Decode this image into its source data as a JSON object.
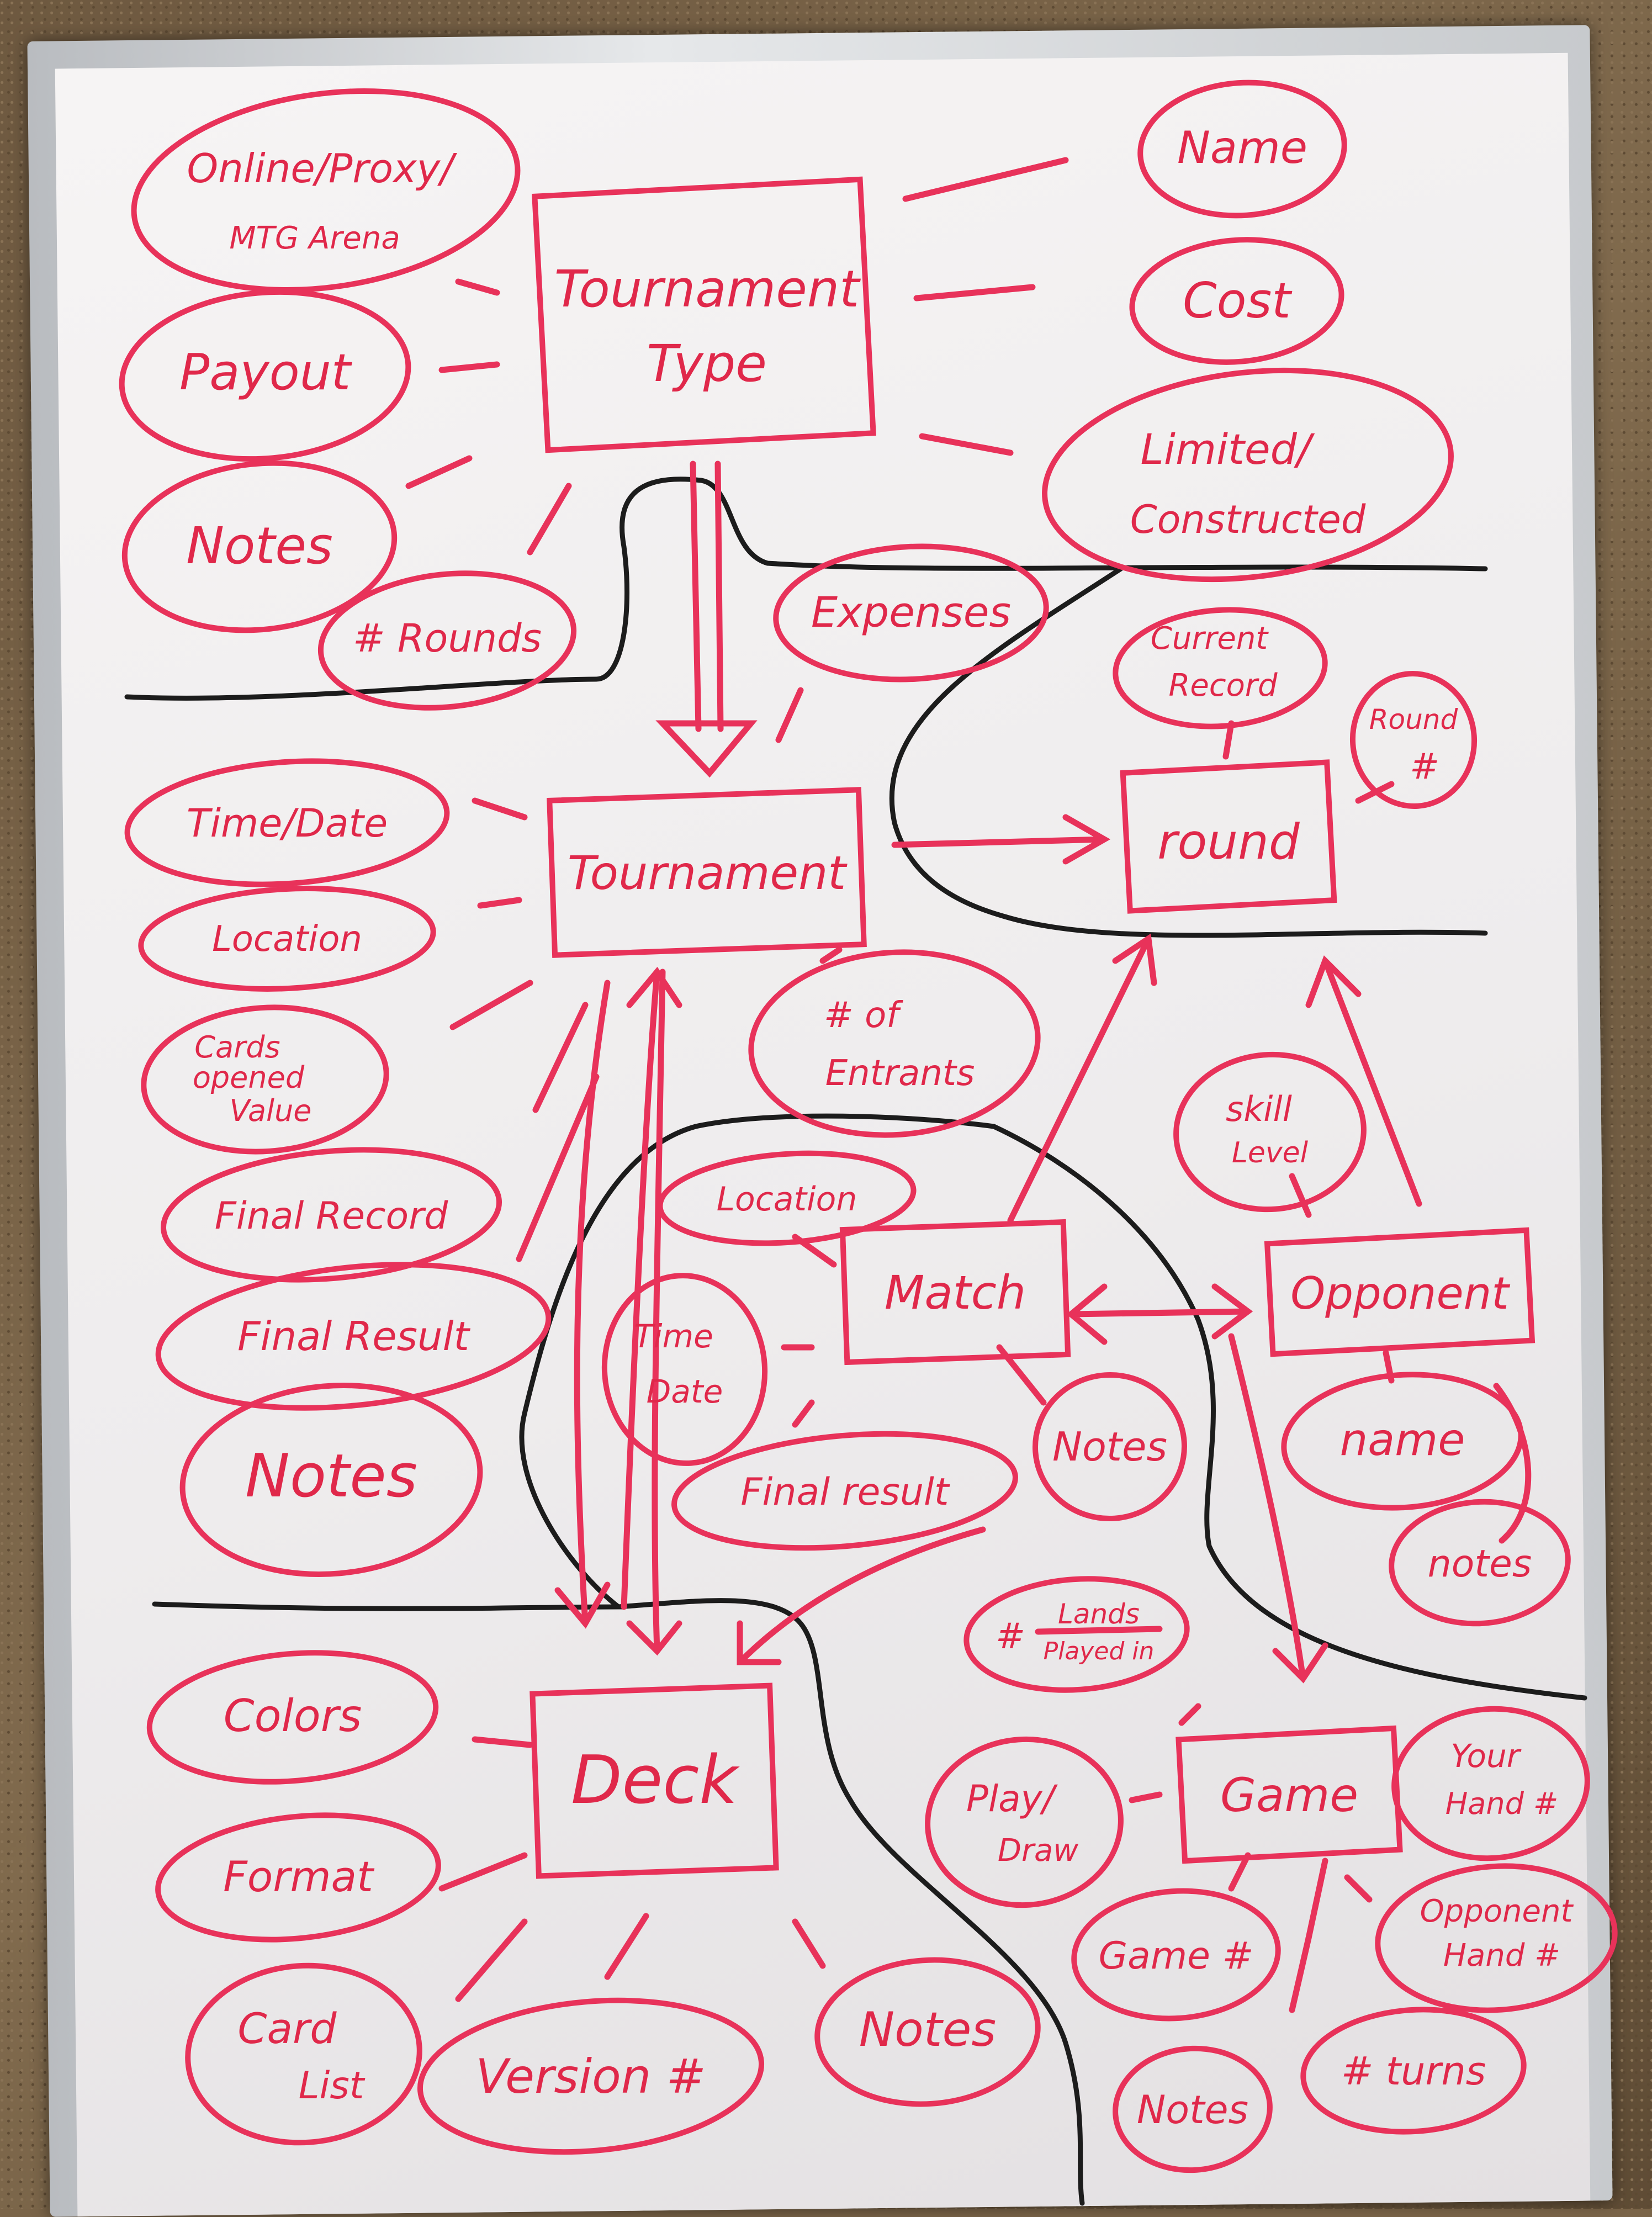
{
  "colors": {
    "marker_red": "#e8325a",
    "marker_black": "#1c1c1c",
    "board": "#f2f0f1"
  },
  "entities": {
    "tournament_type": "Tournament Type",
    "tournament": "Tournament",
    "round": "round",
    "match": "Match",
    "opponent": "Opponent",
    "deck": "Deck",
    "game": "Game"
  },
  "attributes": {
    "online_proxy": "Online/Proxy/",
    "mtg_arena": "MTG Arena",
    "payout": "Payout",
    "notes_tt": "Notes",
    "rounds_count": "# Rounds",
    "name_tt": "Name",
    "cost": "Cost",
    "limited_1": "Limited/",
    "limited_2": "Constructed",
    "expenses": "Expenses",
    "current_record_1": "Current",
    "current_record_2": "Record",
    "round_num_1": "Round",
    "round_num_2": "#",
    "time_date": "Time/Date",
    "location": "Location",
    "cards_1": "Cards",
    "cards_2": "opened",
    "cards_3": "Value",
    "final_record": "Final Record",
    "final_result": "Final Result",
    "notes_t": "Notes",
    "entrants_1": "# of",
    "entrants_2": "Entrants",
    "skill_1": "skill",
    "skill_2": "Level",
    "match_location": "Location",
    "match_time_1": "Time",
    "match_time_2": "Date",
    "match_notes": "Notes",
    "match_final_result": "Final result",
    "opp_name": "name",
    "opp_notes": "notes",
    "lands_num": "#",
    "lands_1": "Lands",
    "lands_2": "Played in",
    "colors": "Colors",
    "format": "Format",
    "card_list_1": "Card",
    "card_list_2": "List",
    "version": "Version #",
    "deck_notes": "Notes",
    "play_draw_1": "Play/",
    "play_draw_2": "Draw",
    "game_num": "Game #",
    "your_hand_1": "Your",
    "your_hand_2": "Hand #",
    "opp_hand_1": "Opponent",
    "opp_hand_2": "Hand #",
    "game_notes": "Notes",
    "turns": "# turns"
  }
}
